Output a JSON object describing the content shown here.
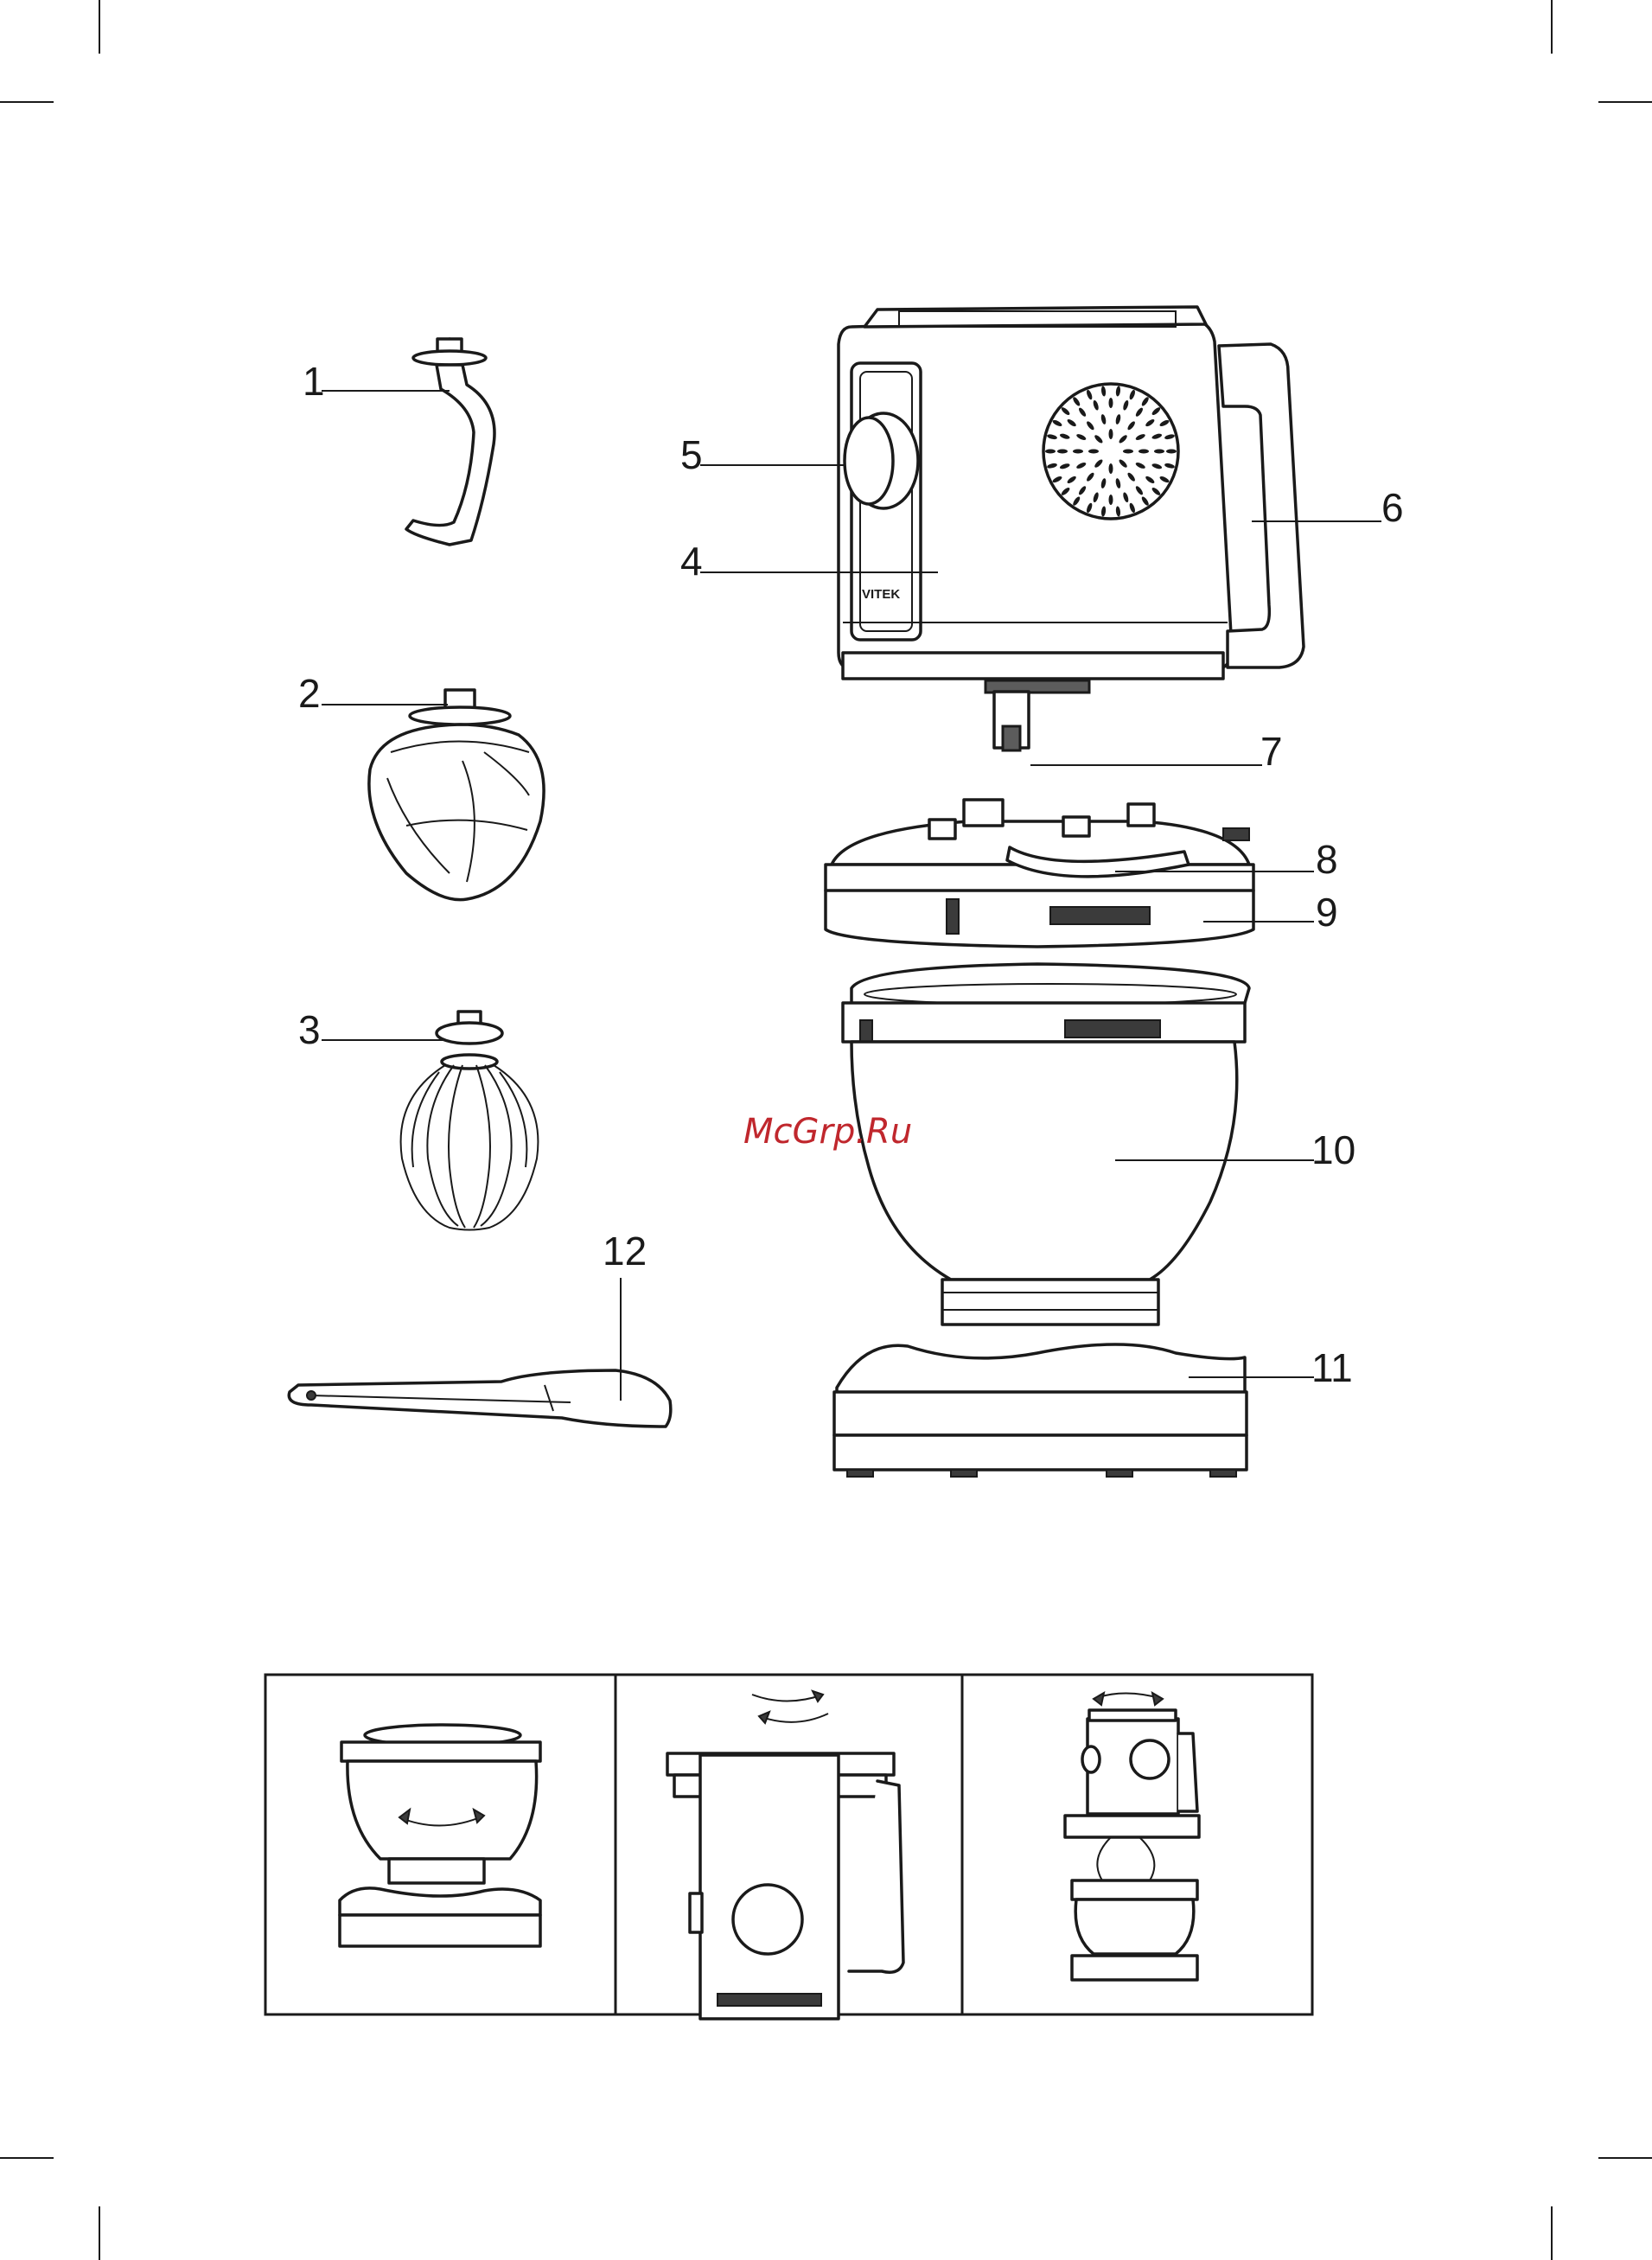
{
  "watermark": "McGrp.Ru",
  "brand_logo": "VITEK",
  "callouts": [
    "1",
    "2",
    "3",
    "4",
    "5",
    "6",
    "7",
    "8",
    "9",
    "10",
    "11",
    "12"
  ],
  "icons": [
    "dough-hook-icon",
    "flat-beater-icon",
    "whisk-icon",
    "spatula-icon",
    "motor-unit-icon",
    "bowl-lid-icon",
    "mixing-bowl-icon",
    "base-icon",
    "rotate-arrow-icon"
  ]
}
